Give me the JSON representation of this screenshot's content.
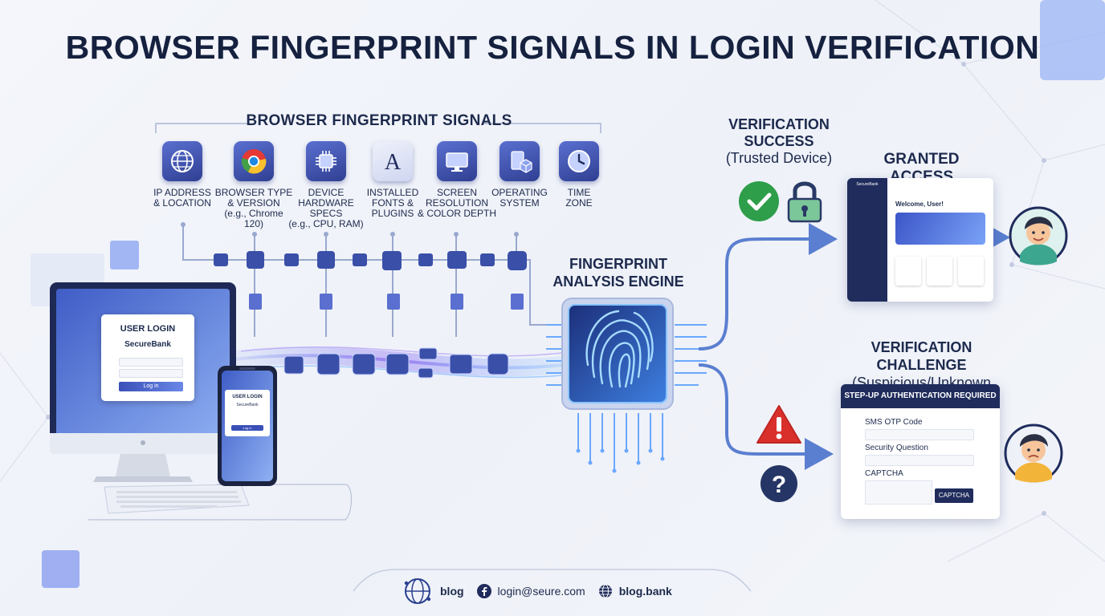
{
  "title": "BROWSER FINGERPRINT SIGNALS IN LOGIN VERIFICATION",
  "signals": {
    "header": "BROWSER FINGERPRINT SIGNALS",
    "items": [
      {
        "icon": "globe-icon",
        "line1": "IP ADDRESS",
        "line2": "& LOCATION",
        "line3": "",
        "line4": ""
      },
      {
        "icon": "chrome-icon",
        "line1": "BROWSER TYPE",
        "line2": "& VERSION",
        "line3": "(e.g., Chrome 120)",
        "line4": ""
      },
      {
        "icon": "cpu-icon",
        "line1": "DEVICE",
        "line2": "HARDWARE",
        "line3": "SPECS",
        "line4": "(e.g., CPU, RAM)"
      },
      {
        "icon": "font-icon",
        "line1": "INSTALLED",
        "line2": "FONTS &",
        "line3": "PLUGINS",
        "line4": ""
      },
      {
        "icon": "monitor-icon",
        "line1": "SCREEN",
        "line2": "RESOLUTION",
        "line3": "& COLOR DEPTH",
        "line4": ""
      },
      {
        "icon": "os-icon",
        "line1": "OPERATING",
        "line2": "SYSTEM",
        "line3": "",
        "line4": ""
      },
      {
        "icon": "clock-icon",
        "line1": "TIME",
        "line2": "ZONE",
        "line3": "",
        "line4": ""
      }
    ]
  },
  "engine": {
    "line1": "FINGERPRINT",
    "line2": "ANALYSIS ENGINE"
  },
  "success": {
    "line1": "VERIFICATION",
    "line2": "SUCCESS",
    "line3": "(Trusted Device)"
  },
  "granted": {
    "label": "GRANTED ACCESS",
    "welcome": "Welcome, User!",
    "brand": "SecureBank"
  },
  "challenge": {
    "line1": "VERIFICATION CHALLENGE",
    "line2": "(Suspicious/Unknown Device)",
    "card_header": "STEP-UP AUTHENTICATION REQUIRED",
    "field1": "SMS OTP Code",
    "field2": "Security Question",
    "field3": "CAPTCHA",
    "button": "CAPTCHA"
  },
  "login": {
    "title": "USER LOGIN",
    "brand": "SecureBank",
    "button": "Log in"
  },
  "phone_login": {
    "title": "USER LOGIN",
    "brand": "SecureBank",
    "button": "Log in"
  },
  "footer": {
    "blog": "blog",
    "email": "login@seure.com",
    "site": "blog.bank"
  },
  "colors": {
    "navy": "#1f2c5c",
    "accent": "#3f5ac4",
    "success": "#2e9e4a",
    "warning": "#d9302c",
    "flow_arrow": "#5b7fd0"
  }
}
